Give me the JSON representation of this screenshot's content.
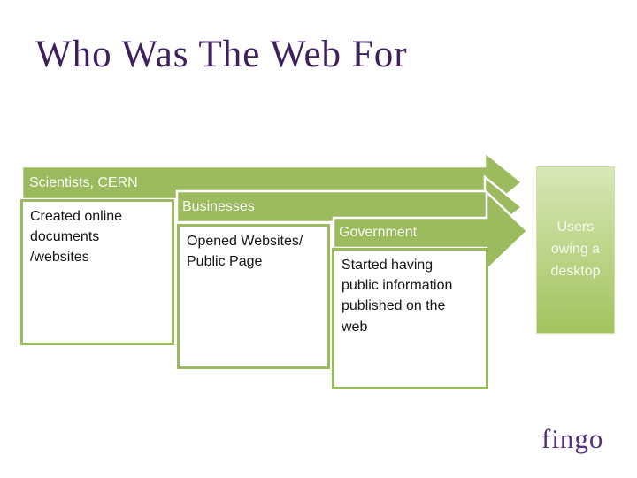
{
  "slide": {
    "title": "Who Was The Web For",
    "logo_text": "fingo"
  },
  "process": {
    "steps": [
      {
        "header": "Scientists, CERN",
        "body": "Created online\ndocuments\n/websites"
      },
      {
        "header": "Businesses",
        "body": "Opened Websites/\nPublic Page"
      },
      {
        "header": "Government",
        "body": "Started having\npublic information\npublished on the\nweb"
      }
    ],
    "outcome": "Users\nowing a\ndesktop"
  },
  "colors": {
    "accent_green": "#9cba5e",
    "title_purple": "#3d205c",
    "logo_purple": "#553080",
    "outcome_gradient_top": "#d8e7b6",
    "outcome_gradient_bottom": "#a2c35f",
    "body_text": "#151515",
    "header_text": "#ffffff"
  }
}
